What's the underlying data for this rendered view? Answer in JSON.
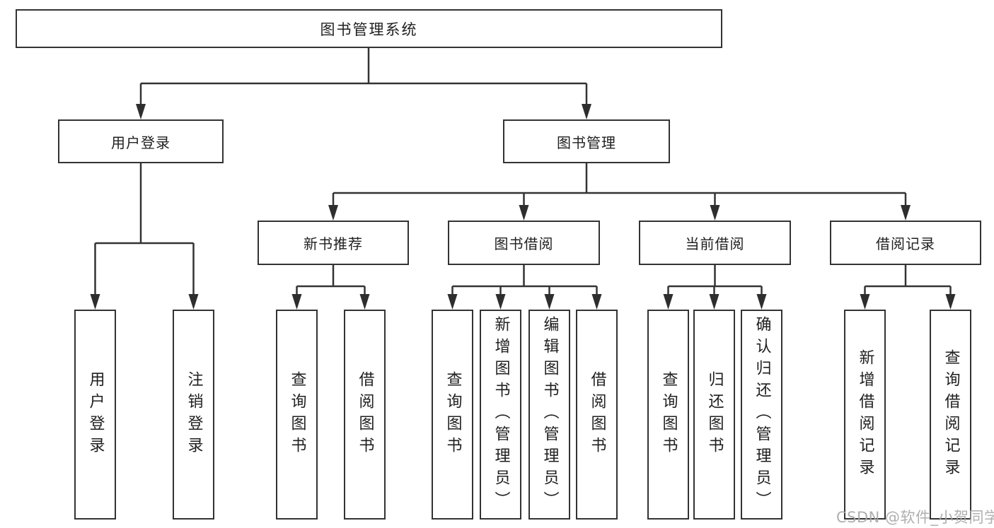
{
  "diagram": {
    "title": "图书管理系统",
    "colors": {
      "background": "#ffffff",
      "line": "#333333",
      "box_border": "#333333",
      "text": "#1f1f1f",
      "watermark": "#a8a8a8"
    },
    "nodes": {
      "root": {
        "label": "图书管理系统"
      },
      "level2": [
        {
          "label": "用户登录"
        },
        {
          "label": "图书管理"
        }
      ],
      "level3": [
        {
          "label": "新书推荐",
          "parent": "图书管理"
        },
        {
          "label": "图书借阅",
          "parent": "图书管理"
        },
        {
          "label": "当前借阅",
          "parent": "图书管理"
        },
        {
          "label": "借阅记录",
          "parent": "图书管理"
        }
      ],
      "leaves": [
        {
          "label": "用户登录",
          "parent": "用户登录"
        },
        {
          "label": "注销登录",
          "parent": "用户登录"
        },
        {
          "label": "查询图书",
          "parent": "新书推荐"
        },
        {
          "label": "借阅图书",
          "parent": "新书推荐"
        },
        {
          "label": "查询图书",
          "parent": "图书借阅"
        },
        {
          "label": "新增图书（管理员）",
          "parent": "图书借阅"
        },
        {
          "label": "编辑图书（管理员）",
          "parent": "图书借阅"
        },
        {
          "label": "借阅图书",
          "parent": "图书借阅"
        },
        {
          "label": "查询图书",
          "parent": "当前借阅"
        },
        {
          "label": "归还图书",
          "parent": "当前借阅"
        },
        {
          "label": "确认归还（管理员）",
          "parent": "当前借阅"
        },
        {
          "label": "新增借阅记录",
          "parent": "借阅记录"
        },
        {
          "label": "查询借阅记录",
          "parent": "借阅记录"
        }
      ]
    },
    "watermark": "CSDN @软件_小贺同学"
  }
}
